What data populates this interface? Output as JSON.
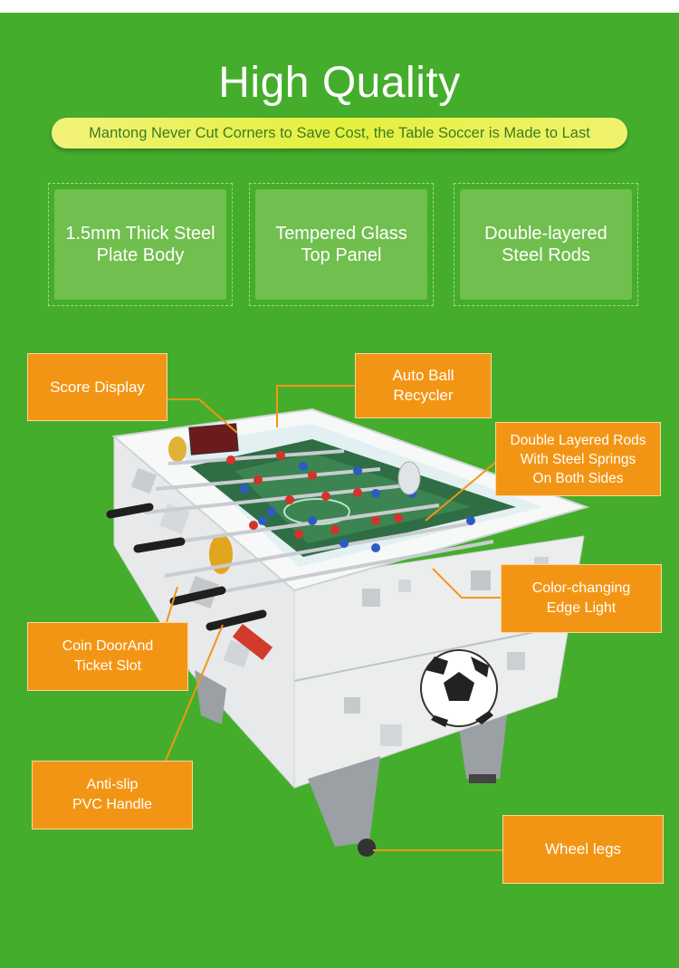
{
  "header": {
    "title": "High Quality",
    "subtitle": "Mantong Never Cut Corners to Save Cost, the Table Soccer is Made to Last"
  },
  "features": [
    {
      "label": "1.5mm Thick Steel\nPlate Body"
    },
    {
      "label": "Tempered Glass\nTop Panel"
    },
    {
      "label": "Double-layered\nSteel Rods"
    }
  ],
  "callouts": {
    "score_display": "Score Display",
    "auto_ball_recycler": "Auto Ball\nRecycler",
    "double_layered_rods": "Double Layered Rods\nWith Steel Springs\nOn Both Sides",
    "color_changing_light": "Color-changing\nEdge Light",
    "coin_door": "Coin DoorAnd\nTicket Slot",
    "anti_slip_handle": "Anti-slip\nPVC Handle",
    "wheel_legs": "Wheel legs"
  },
  "colors": {
    "background": "#45ad2c",
    "callout": "#f39514",
    "pill": "#e4f03e",
    "card": "#71bf4e"
  }
}
